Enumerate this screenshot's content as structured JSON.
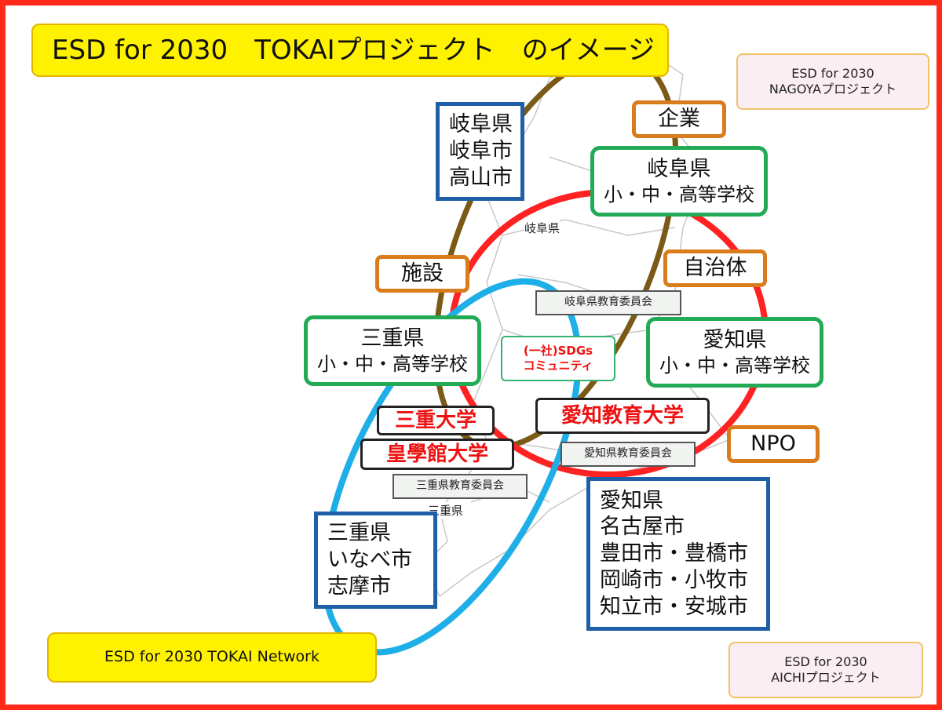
{
  "title": "ESD for 2030　TOKAIプロジェクト　のイメージ",
  "network_label": "ESD for 2030 TOKAI Network",
  "nagoya_project": [
    "ESD for  2030",
    "NAGOYAプロジェクト"
  ],
  "aichi_project": [
    "ESD for  2030",
    "AICHIプロジェクト"
  ],
  "gifu_gov": [
    "岐阜県",
    "岐阜市",
    "高山市"
  ],
  "mie_gov": [
    "三重県",
    "いなべ市",
    "志摩市"
  ],
  "aichi_gov": [
    "愛知県",
    "名古屋市",
    "豊田市・豊橋市",
    "岡崎市・小牧市",
    "知立市・安城市"
  ],
  "gifu_schools": [
    "岐阜県",
    "小・中・高等学校"
  ],
  "mie_schools": [
    "三重県",
    "小・中・高等学校"
  ],
  "aichi_schools": [
    "愛知県",
    "小・中・高等学校"
  ],
  "orange_labels": {
    "company": "企業",
    "facility": "施設",
    "municipality": "自治体",
    "npo": "NPO"
  },
  "universities": {
    "mie": "三重大学",
    "kogakkan": "皇學館大学",
    "aichi_edu": "愛知教育大学"
  },
  "boards": {
    "gifu": "岐阜県教育委員会",
    "aichi": "愛知県教育委員会",
    "mie": "三重県教育委員会"
  },
  "community": [
    "(一社)SDGs",
    "コミュニティ"
  ],
  "map_labels": {
    "gifu": "岐阜県",
    "mie": "三重県"
  },
  "colors": {
    "frame": "#ff2a1a",
    "ring_red": "#ff2222",
    "ring_blue": "#1eaee8",
    "ring_brown": "#7a5a16",
    "blue_box": "#1f5fa8",
    "green_box": "#22aa55",
    "orange_box": "#d97c1c",
    "title_bg": "#fff200"
  }
}
